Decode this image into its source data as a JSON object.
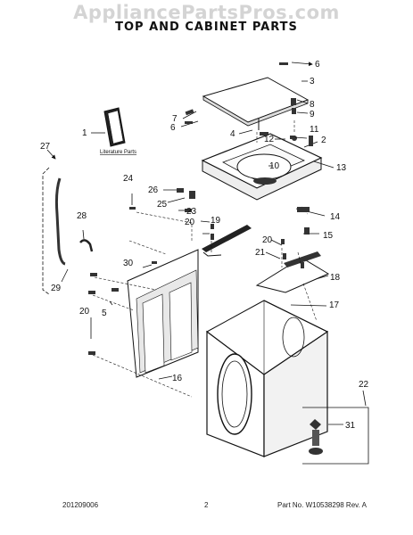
{
  "watermark": "AppliancePartsPros.com",
  "title": "TOP AND CABINET PARTS",
  "literature_label": "Literature Parts",
  "callouts": {
    "c1": "1",
    "c2": "2",
    "c3": "3",
    "c4": "4",
    "c5": "5",
    "c6a": "6",
    "c6b": "6",
    "c7": "7",
    "c8": "8",
    "c9": "9",
    "c10": "10",
    "c11": "11",
    "c12": "12",
    "c13": "13",
    "c14": "14",
    "c15": "15",
    "c16": "16",
    "c17": "17",
    "c18": "18",
    "c19": "19",
    "c20a": "20",
    "c20b": "20",
    "c20c": "20",
    "c21": "21",
    "c22": "22",
    "c23": "23",
    "c24": "24",
    "c25": "25",
    "c26": "26",
    "c27": "27",
    "c28": "28",
    "c29": "29",
    "c30": "30",
    "c31": "31"
  },
  "footer": {
    "left": "201209006",
    "center": "2",
    "right": "Part No. W10538298 Rev. A"
  }
}
